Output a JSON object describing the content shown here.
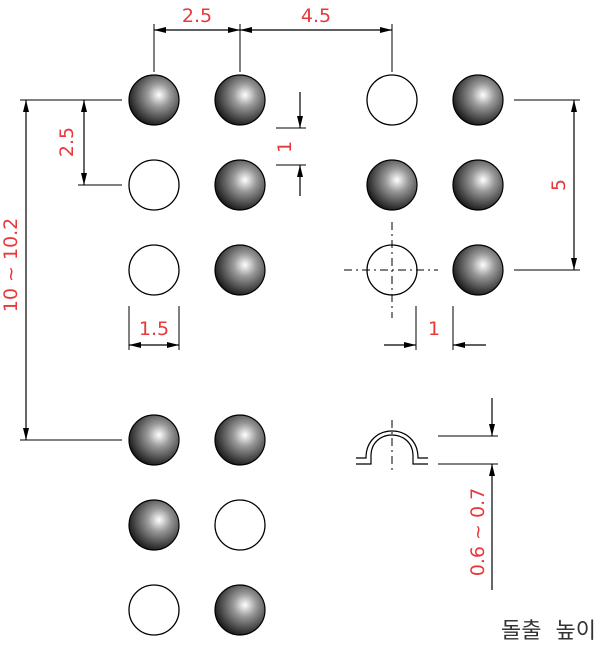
{
  "dimensions": {
    "dot_spacing_horizontal": "2.5",
    "cell_spacing": "4.5",
    "dot_spacing_vertical": "2.5",
    "dot_height": "1",
    "line_spacing": "10 ~ 10.2",
    "dot_diameter": "1.5",
    "cell_height": "5",
    "dot_base_diameter": "1",
    "emboss_height": "0.6 ~ 0.7"
  },
  "caption": "돌출  높이"
}
